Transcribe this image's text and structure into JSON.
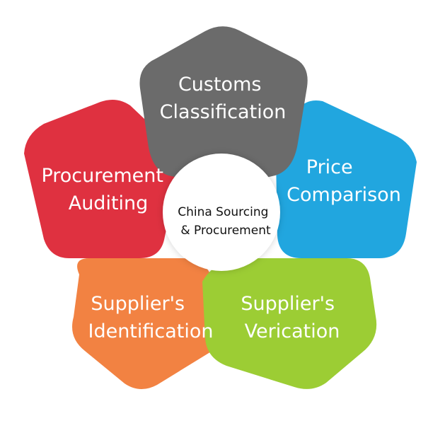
{
  "center": {
    "line1": "China Sourcing",
    "line2": "& Procurement",
    "fill": "#ffffff"
  },
  "petals": [
    {
      "id": "customs",
      "line1": "Customs",
      "line2": "Classification",
      "color": "#6b6b6b"
    },
    {
      "id": "price",
      "line1": "Price",
      "line2": "Comparison",
      "color": "#21a6df"
    },
    {
      "id": "verification",
      "line1": "Supplier's",
      "line2": "Verication",
      "color": "#9ccd34"
    },
    {
      "id": "identification",
      "line1": "Supplier's",
      "line2": "Identification",
      "color": "#f28242"
    },
    {
      "id": "auditing",
      "line1": "Procurement",
      "line2": "Auditing",
      "color": "#df3140"
    }
  ]
}
